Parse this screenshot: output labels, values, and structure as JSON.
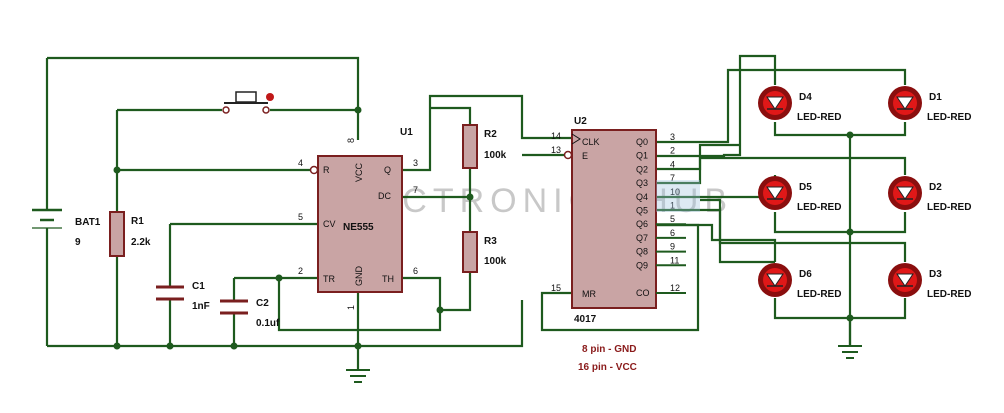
{
  "watermark": "ELECTRONICS HUB",
  "battery": {
    "ref": "BAT1",
    "value": "9"
  },
  "r1": {
    "ref": "R1",
    "value": "2.2k"
  },
  "r2": {
    "ref": "R2",
    "value": "100k"
  },
  "r3": {
    "ref": "R3",
    "value": "100k"
  },
  "c1": {
    "ref": "C1",
    "value": "1nF"
  },
  "c2": {
    "ref": "C2",
    "value": "0.1uf"
  },
  "u1": {
    "ref": "U1",
    "part": "NE555",
    "pins": {
      "vcc": "VCC",
      "r": "R",
      "q": "Q",
      "dc": "DC",
      "cv": "CV",
      "tr": "TR",
      "th": "TH",
      "gnd": "GND"
    },
    "pin_numbers": {
      "p4": "4",
      "p8": "8",
      "p3": "3",
      "p7": "7",
      "p5": "5",
      "p2": "2",
      "p6": "6",
      "p1": "1"
    }
  },
  "u2": {
    "ref": "U2",
    "part": "4017",
    "pins_left": {
      "clk": "CLK",
      "e": "E",
      "mr": "MR"
    },
    "pins_right": [
      "Q0",
      "Q1",
      "Q2",
      "Q3",
      "Q4",
      "Q5",
      "Q6",
      "Q7",
      "Q8",
      "Q9",
      "CO"
    ],
    "numbers_left": {
      "clk": "14",
      "e": "13",
      "mr": "15"
    },
    "numbers_right": [
      "3",
      "2",
      "4",
      "7",
      "10",
      "1",
      "5",
      "6",
      "9",
      "11",
      "12"
    ]
  },
  "leds": [
    {
      "ref": "D4",
      "type": "LED-RED"
    },
    {
      "ref": "D1",
      "type": "LED-RED"
    },
    {
      "ref": "D5",
      "type": "LED-RED"
    },
    {
      "ref": "D2",
      "type": "LED-RED"
    },
    {
      "ref": "D6",
      "type": "LED-RED"
    },
    {
      "ref": "D3",
      "type": "LED-RED"
    }
  ],
  "notes": {
    "pin8": "8 pin  - GND",
    "pin16": "16 pin - VCC"
  }
}
